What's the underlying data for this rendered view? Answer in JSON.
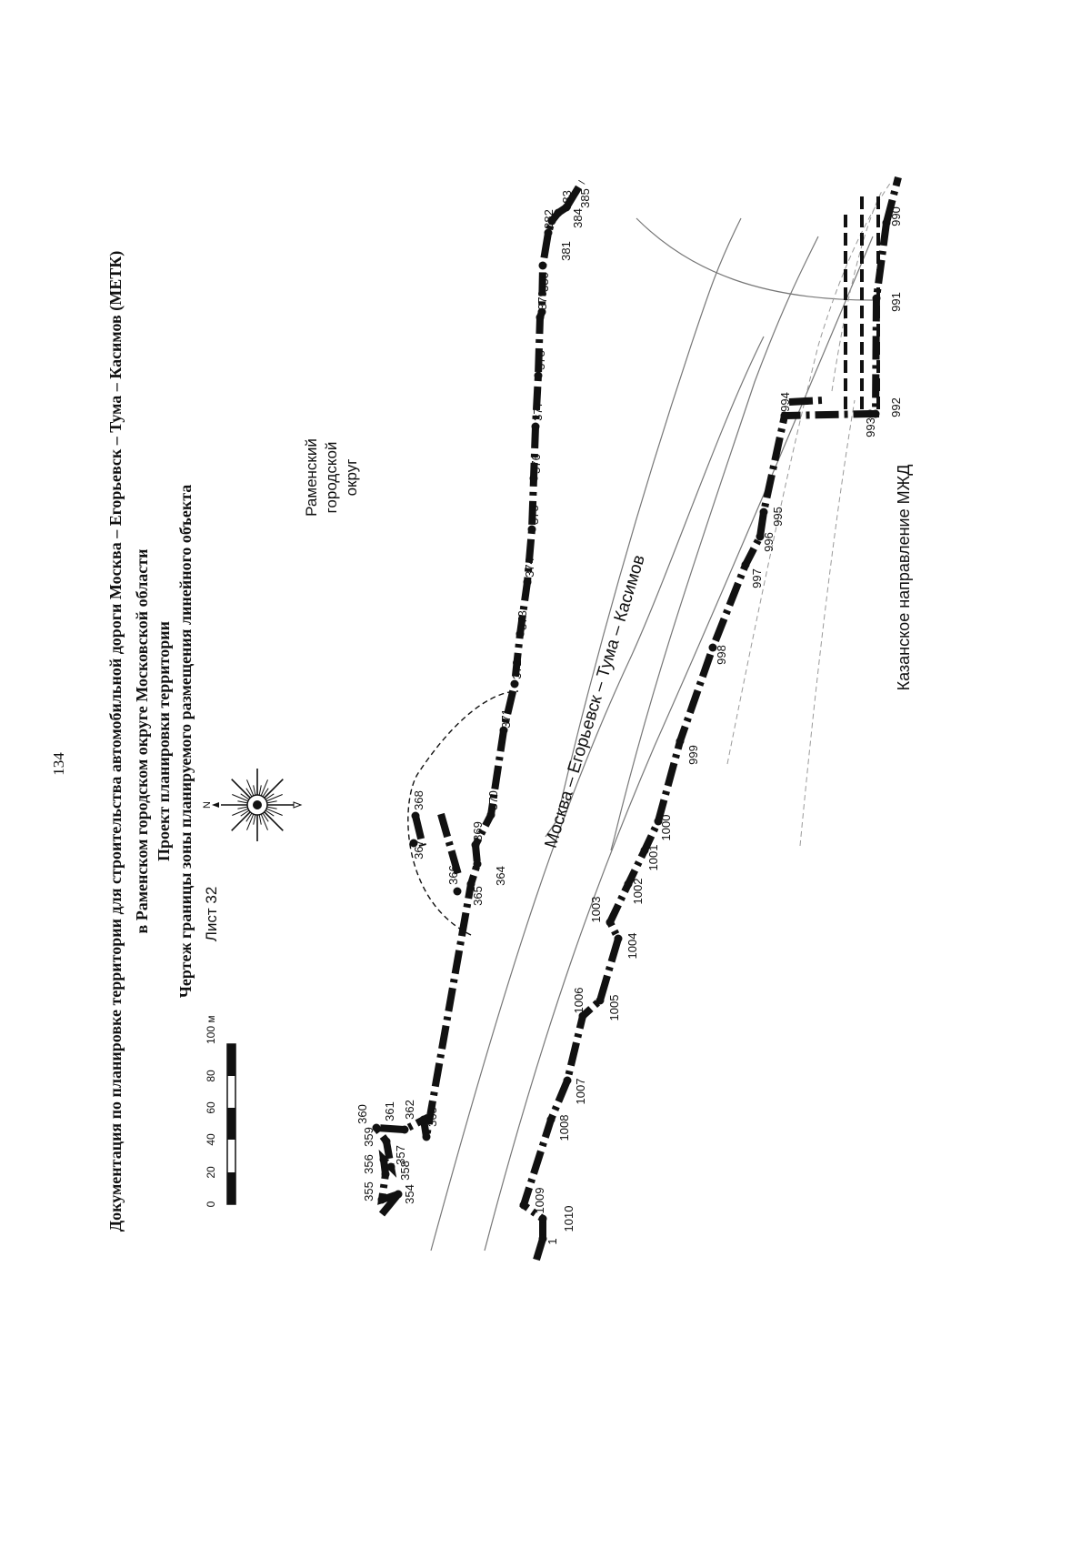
{
  "page_number": "134",
  "title": {
    "line1": "Документация по планировке территории для строительства автомобильной дороги Москва – Егорьевск – Тума – Касимов (МЕТК)",
    "line2": "в Раменском городском округе Московской области",
    "line3": "Проект планировки территории",
    "line4": "Чертеж границы зоны планируемого размещения линейного объекта",
    "sheet": "Лист 32"
  },
  "scale_bar": {
    "ticks": [
      "0",
      "20",
      "40",
      "60",
      "80",
      "100 м"
    ]
  },
  "compass": {
    "north_label": "N"
  },
  "map_labels": {
    "district": [
      "Раменский",
      "городской",
      "округ"
    ],
    "road": "Москва – Егорьевск – Тума – Касимов",
    "railway": "Казанское направление МЖД"
  },
  "boundary_points": {
    "upper": [
      "354",
      "355",
      "356",
      "357",
      "358",
      "359",
      "360",
      "361",
      "362",
      "363",
      "364",
      "365",
      "366",
      "367",
      "368",
      "369",
      "370",
      "371",
      "372",
      "373",
      "374",
      "375",
      "376",
      "377",
      "378",
      "379",
      "380",
      "381",
      "382",
      "383",
      "384",
      "385"
    ],
    "lower": [
      "1",
      "1010",
      "1009",
      "1008",
      "1007",
      "1006",
      "1005",
      "1004",
      "1003",
      "1002",
      "1001",
      "1000",
      "999",
      "998",
      "997",
      "996",
      "995",
      "994",
      "993",
      "992",
      "991",
      "990"
    ]
  },
  "colors": {
    "boundary": "#111111",
    "background": "#ffffff",
    "road_line": "#777777",
    "rail_line": "#999999"
  }
}
